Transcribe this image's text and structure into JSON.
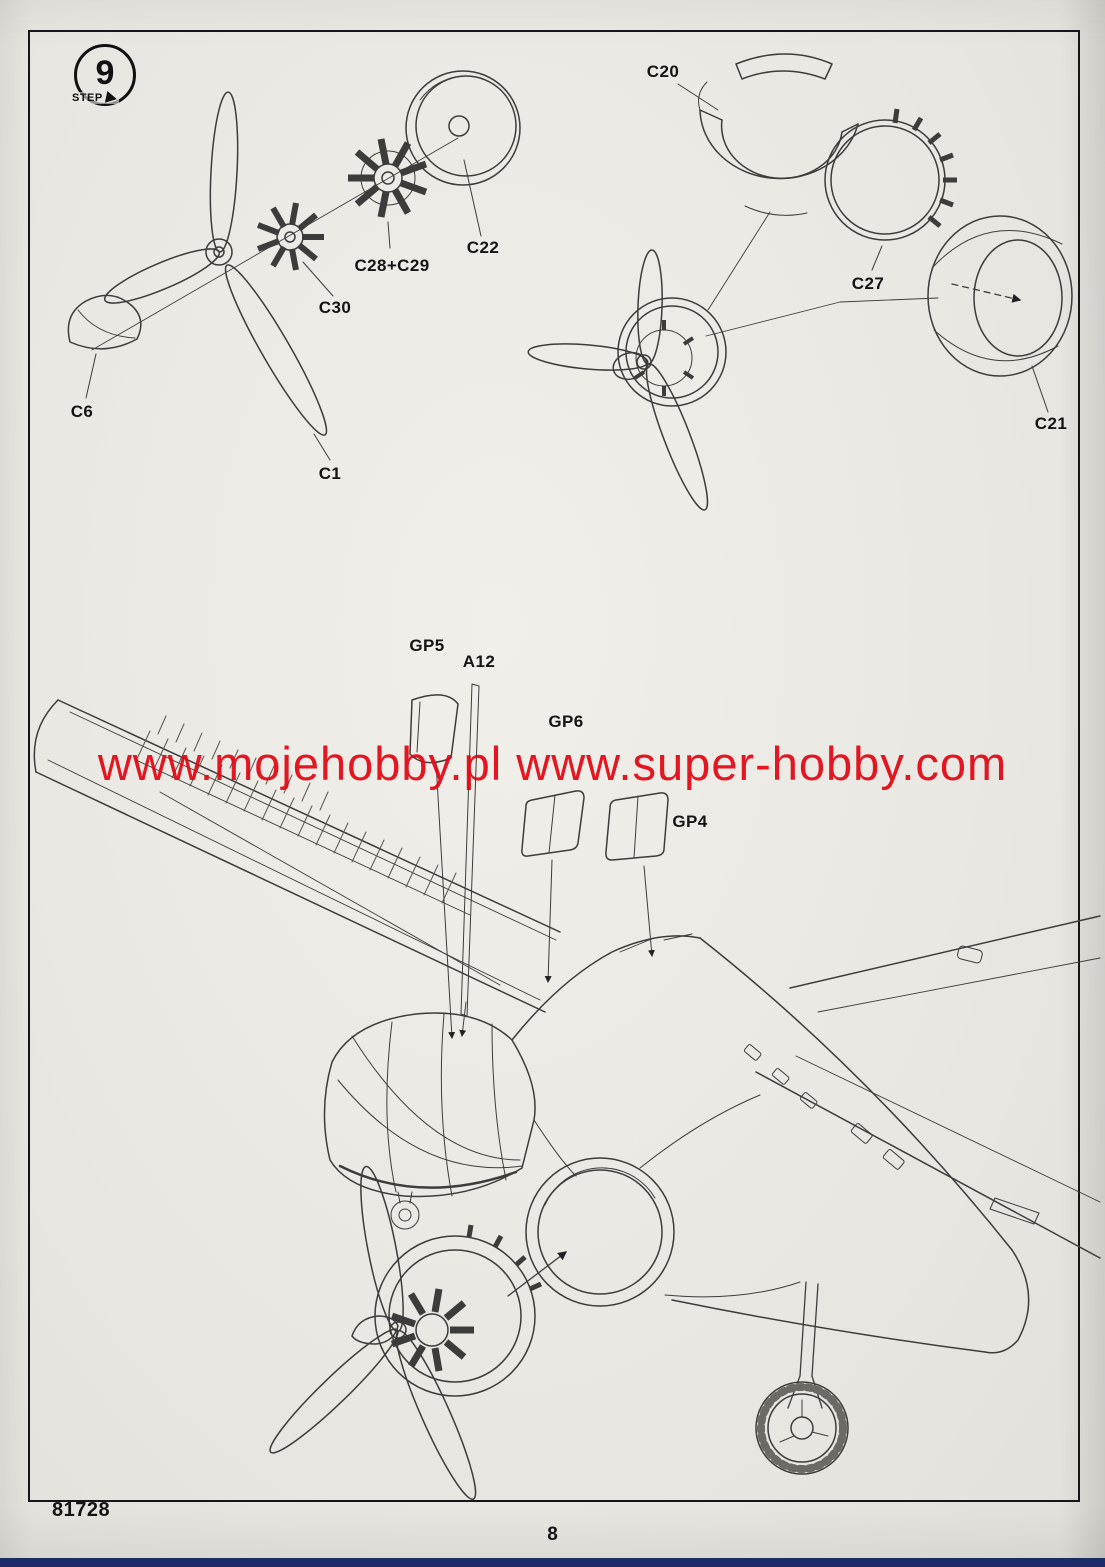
{
  "page": {
    "kit_number": "81728",
    "page_number": "8"
  },
  "step_badge": {
    "number": "9",
    "label": "STEP"
  },
  "watermark": {
    "text": "www.mojehobby.pl www.super-hobby.com"
  },
  "part_labels": {
    "c6": "C6",
    "c1": "C1",
    "c30": "C30",
    "c28_c29": "C28+C29",
    "c22": "C22",
    "c20": "C20",
    "c27": "C27",
    "c21": "C21",
    "gp5": "GP5",
    "a12": "A12",
    "gp6": "GP6",
    "gp4": "GP4"
  },
  "colors": {
    "watermark_red": "#e30613",
    "paper": "#e9e7e1",
    "line": "#3a3a3a",
    "footer_bar": "#1c2b66"
  }
}
